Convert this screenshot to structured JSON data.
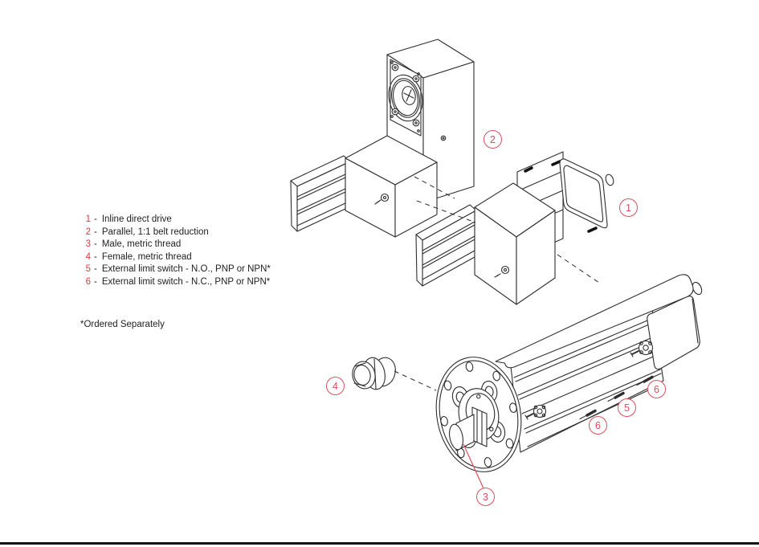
{
  "diagram": {
    "legend": {
      "items": [
        {
          "num": "1",
          "text": "Inline direct drive"
        },
        {
          "num": "2",
          "text": "Parallel, 1:1 belt reduction"
        },
        {
          "num": "3",
          "text": "Male, metric thread"
        },
        {
          "num": "4",
          "text": "Female, metric thread"
        },
        {
          "num": "5",
          "text": "External limit switch - N.O., PNP or NPN*"
        },
        {
          "num": "6",
          "text": "External limit switch - N.C., PNP or NPN*"
        }
      ],
      "separator": "-",
      "footnote": "*Ordered Separately"
    },
    "callouts": {
      "c1": {
        "label": "1"
      },
      "c2": {
        "label": "2"
      },
      "c3": {
        "label": "3"
      },
      "c4": {
        "label": "4"
      },
      "c5": {
        "label": "5"
      },
      "c6_lower": {
        "label": "6"
      },
      "c6_upper": {
        "label": "6"
      }
    },
    "colors": {
      "callout_red": "#dd4f5d",
      "legend_number_red": "#e5383c",
      "line": "#2e2e2e"
    }
  }
}
